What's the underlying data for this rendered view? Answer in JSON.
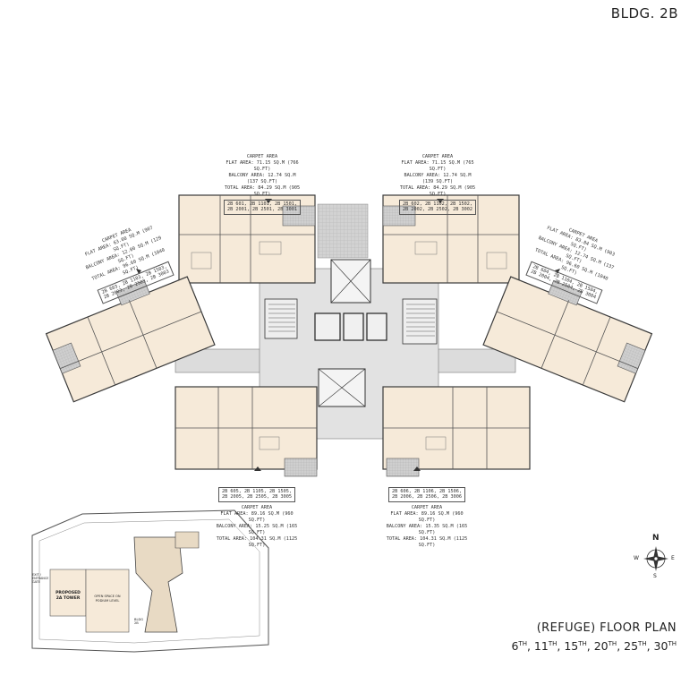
{
  "building_title": "BLDG. 2B",
  "plan_title": "(REFUGE) FLOOR PLAN",
  "floors": [
    {
      "num": "6",
      "sup": "TH"
    },
    {
      "num": "11",
      "sup": "TH"
    },
    {
      "num": "15",
      "sup": "TH"
    },
    {
      "num": "20",
      "sup": "TH"
    },
    {
      "num": "25",
      "sup": "TH"
    },
    {
      "num": "30",
      "sup": "TH"
    }
  ],
  "floor_sep": ", ",
  "area_blocks": {
    "top_left": {
      "heading": "CARPET AREA",
      "flat": "FLAT AREA: 71.15 SQ.M (766 SQ.FT)",
      "balcony": "BALCONY AREA: 12.74 SQ.M (137 SQ.FT)",
      "total": "TOTAL AREA: 84.29 SQ.M (905 SQ.FT)",
      "units_1": "2B 601, 2B 1101, 2B 1501,",
      "units_2": "2B 2001, 2B 2501, 2B 3001"
    },
    "top_right": {
      "heading": "CARPET AREA",
      "flat": "FLAT AREA: 71.15 SQ.M (765 SQ.FT)",
      "balcony": "BALCONY AREA: 12.74 SQ.M (139 SQ.FT)",
      "total": "TOTAL AREA: 84.29 SQ.M (905 SQ.FT)",
      "units_1": "2B 602, 2B 1102, 2B 1502,",
      "units_2": "2B 2002, 2B 2502, 2B 3002"
    },
    "left": {
      "heading": "CARPET AREA",
      "flat": "FLAT AREA: 63.00 SQ.M (907 SQ.FT)",
      "balcony": "BALCONY AREA: 12.00 SQ.M (129 SQ.FT)",
      "total": "TOTAL AREA: 96.60 SQ.M (1040 SQ.FT)",
      "units_1": "2B 603, 2B 1103, 2B 1503,",
      "units_2": "2B 2003, 2B 2503, 2B 3003"
    },
    "right": {
      "heading": "CARPET AREA",
      "flat": "FLAT AREA: 83.84 SQ.M (903 SQ.FT)",
      "balcony": "BALCONY AREA: 12.74 SQ.M (137 SQ.FT)",
      "total": "TOTAL AREA: 96.60 SQ.M (1040 SQ.FT)",
      "units_1": "2B 604, 2B 1104, 2B 1504,",
      "units_2": "2B 2004, 2B 2504, 2B 3004"
    },
    "bottom_left": {
      "heading": "CARPET AREA",
      "flat": "FLAT AREA: 89.16 SQ.M (960 SQ.FT)",
      "balcony": "BALCONY AREA: 15.25 SQ.M (165 SQ.FT)",
      "total": "TOTAL AREA: 104.31 SQ.M (1125 SQ.FT)",
      "units_1": "2B 605, 2B 1105, 2B 1505,",
      "units_2": "2B 2005, 2B 2505, 2B 3005"
    },
    "bottom_right": {
      "heading": "CARPET AREA",
      "flat": "FLAT AREA: 89.16 SQ.M (960 SQ.FT)",
      "balcony": "BALCONY AREA: 15.35 SQ.M (165 SQ.FT)",
      "total": "TOTAL AREA: 104.31 SQ.M (1125 SQ.FT)",
      "units_1": "2B 606, 2B 1106, 2B 1506,",
      "units_2": "2B 2006, 2B 2506, 2B 3006"
    }
  },
  "key_plan": {
    "tower_label_1": "PROPOSED",
    "tower_label_2": "2A TOWER",
    "open_space_label": "OPEN SPACE ON PODIUM LEVEL",
    "bldg_label": "BLDG 2B",
    "entrance_label": "EXIT / ENTRANCE GATE"
  },
  "compass": {
    "n": "N",
    "s": "S",
    "e": "E",
    "w": "W"
  },
  "colors": {
    "room_fill": "#f6ead9",
    "corridor": "#dcdcdc",
    "balcony": "#c9c9c9",
    "wall": "#3a3a3a"
  }
}
